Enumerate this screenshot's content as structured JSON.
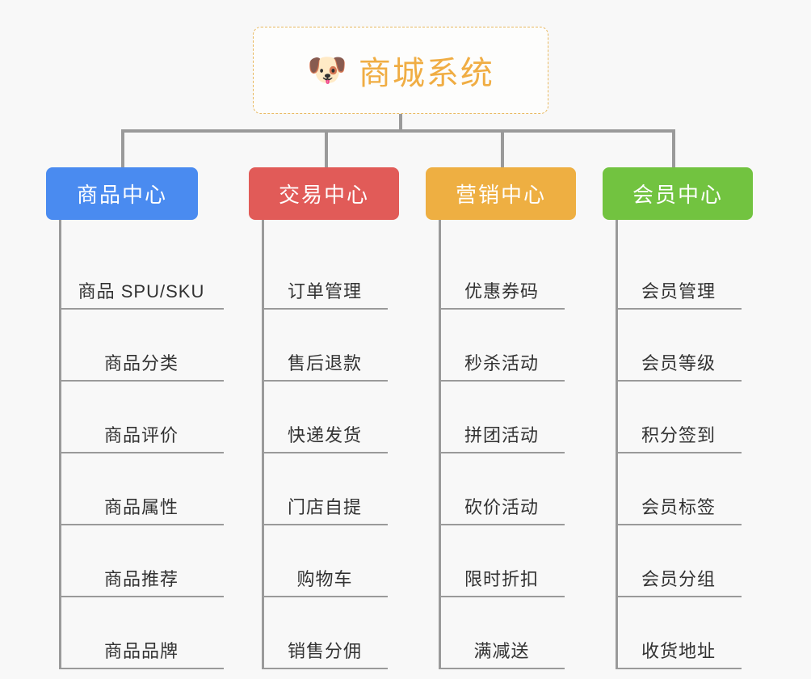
{
  "root": {
    "icon": "dog-face-emoji",
    "icon_glyph": "🐶",
    "title": "商城系统",
    "title_color": "#f0ad43",
    "border_color": "#e8b960"
  },
  "canvas": {
    "background": "#f8f8f8",
    "connector_color": "#9a9a9a"
  },
  "categories": [
    {
      "label": "商品中心",
      "color": "#4a8bf0",
      "items": [
        {
          "label": "商品 SPU/SKU"
        },
        {
          "label": "商品分类"
        },
        {
          "label": "商品评价"
        },
        {
          "label": "商品属性"
        },
        {
          "label": "商品推荐"
        },
        {
          "label": "商品品牌"
        }
      ]
    },
    {
      "label": "交易中心",
      "color": "#e15b58",
      "items": [
        {
          "label": "订单管理"
        },
        {
          "label": "售后退款"
        },
        {
          "label": "快递发货"
        },
        {
          "label": "门店自提"
        },
        {
          "label": "购物车"
        },
        {
          "label": "销售分佣"
        }
      ]
    },
    {
      "label": "营销中心",
      "color": "#eeaf42",
      "items": [
        {
          "label": "优惠券码"
        },
        {
          "label": "秒杀活动"
        },
        {
          "label": "拼团活动"
        },
        {
          "label": "砍价活动"
        },
        {
          "label": "限时折扣"
        },
        {
          "label": "满减送"
        }
      ]
    },
    {
      "label": "会员中心",
      "color": "#72c340",
      "items": [
        {
          "label": "会员管理"
        },
        {
          "label": "会员等级"
        },
        {
          "label": "积分签到"
        },
        {
          "label": "会员标签"
        },
        {
          "label": "会员分组"
        },
        {
          "label": "收货地址"
        }
      ]
    }
  ]
}
